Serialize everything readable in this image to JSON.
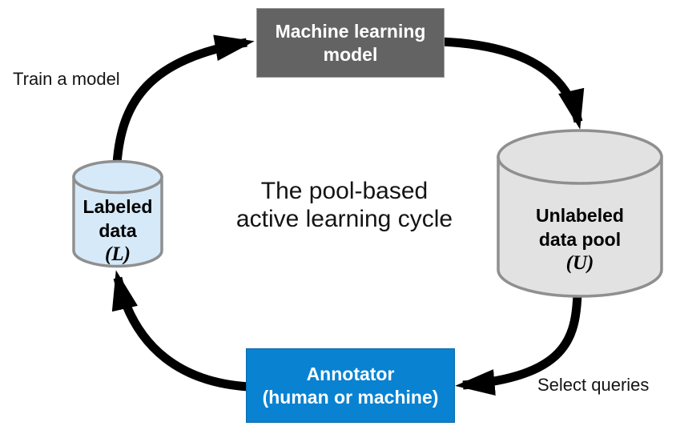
{
  "diagram": {
    "title_line1": "The pool-based",
    "title_line2": "active learning cycle",
    "nodes": {
      "model": {
        "line1": "Machine learning",
        "line2": "model",
        "bg": "#636363"
      },
      "labeled": {
        "line1": "Labeled",
        "line2": "data",
        "symbol": "(L)",
        "fill": "#d6e9f8"
      },
      "unlabeled": {
        "line1": "Unlabeled",
        "line2": "data pool",
        "symbol": "(U)",
        "fill": "#e2e2e2"
      },
      "annotator": {
        "line1": "Annotator",
        "line2": "(human or machine)",
        "bg": "#0882d1"
      }
    },
    "edges": {
      "train_label": "Train a model",
      "select_label": "Select queries"
    },
    "colors": {
      "arrow": "#000000",
      "cylinder_stroke": "#8f8f8f"
    }
  }
}
